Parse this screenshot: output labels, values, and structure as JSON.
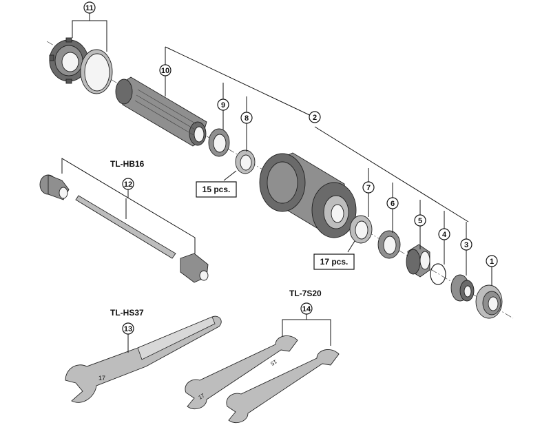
{
  "callouts": [
    {
      "id": "1",
      "label": "1"
    },
    {
      "id": "2",
      "label": "2"
    },
    {
      "id": "3",
      "label": "3"
    },
    {
      "id": "4",
      "label": "4"
    },
    {
      "id": "5",
      "label": "5"
    },
    {
      "id": "6",
      "label": "6"
    },
    {
      "id": "7",
      "label": "7"
    },
    {
      "id": "8",
      "label": "8"
    },
    {
      "id": "9",
      "label": "9"
    },
    {
      "id": "10",
      "label": "10"
    },
    {
      "id": "11",
      "label": "11"
    },
    {
      "id": "12",
      "label": "12"
    },
    {
      "id": "13",
      "label": "13"
    },
    {
      "id": "14",
      "label": "14"
    }
  ],
  "tool_labels": {
    "hub_tool": "TL-HB16",
    "spoke_tool": "TL-HS37",
    "cone_wrench": "TL-7S20"
  },
  "quantity_notes": {
    "left_balls": "15 pcs.",
    "right_balls": "17 pcs."
  },
  "wrench_markings": {
    "wrench_a_size": "17",
    "wrench_b_size": "15",
    "wrench_c_size": "17"
  }
}
